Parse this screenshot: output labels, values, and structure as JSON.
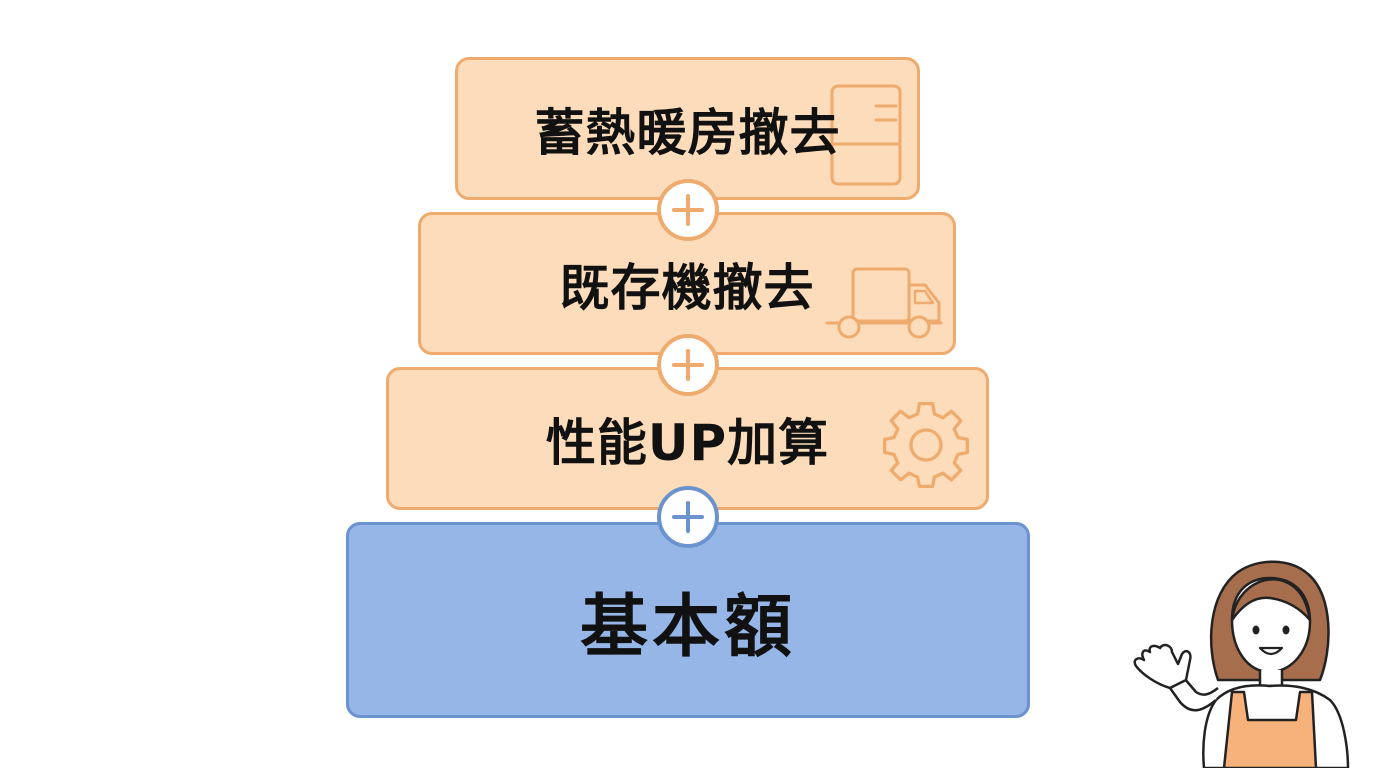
{
  "diagram": {
    "layers": [
      {
        "id": "thermal-storage-removal",
        "label": "蓄熱暖房撤去",
        "icon": "storage-heater-icon"
      },
      {
        "id": "existing-unit-removal",
        "label": "既存機撤去",
        "icon": "truck-icon"
      },
      {
        "id": "performance-up-bonus",
        "label": "性能UP加算",
        "icon": "gear-icon"
      },
      {
        "id": "base-amount",
        "label": "基本額",
        "icon": ""
      }
    ],
    "connectors": [
      "plus-icon",
      "plus-icon",
      "plus-icon"
    ],
    "colors": {
      "tier_fill": "#fcdcba",
      "tier_border": "#efab6e",
      "base_fill": "#95b6e6",
      "base_border": "#6a93cf",
      "text": "#111111"
    },
    "illustration": "woman-presenter-illustration"
  }
}
